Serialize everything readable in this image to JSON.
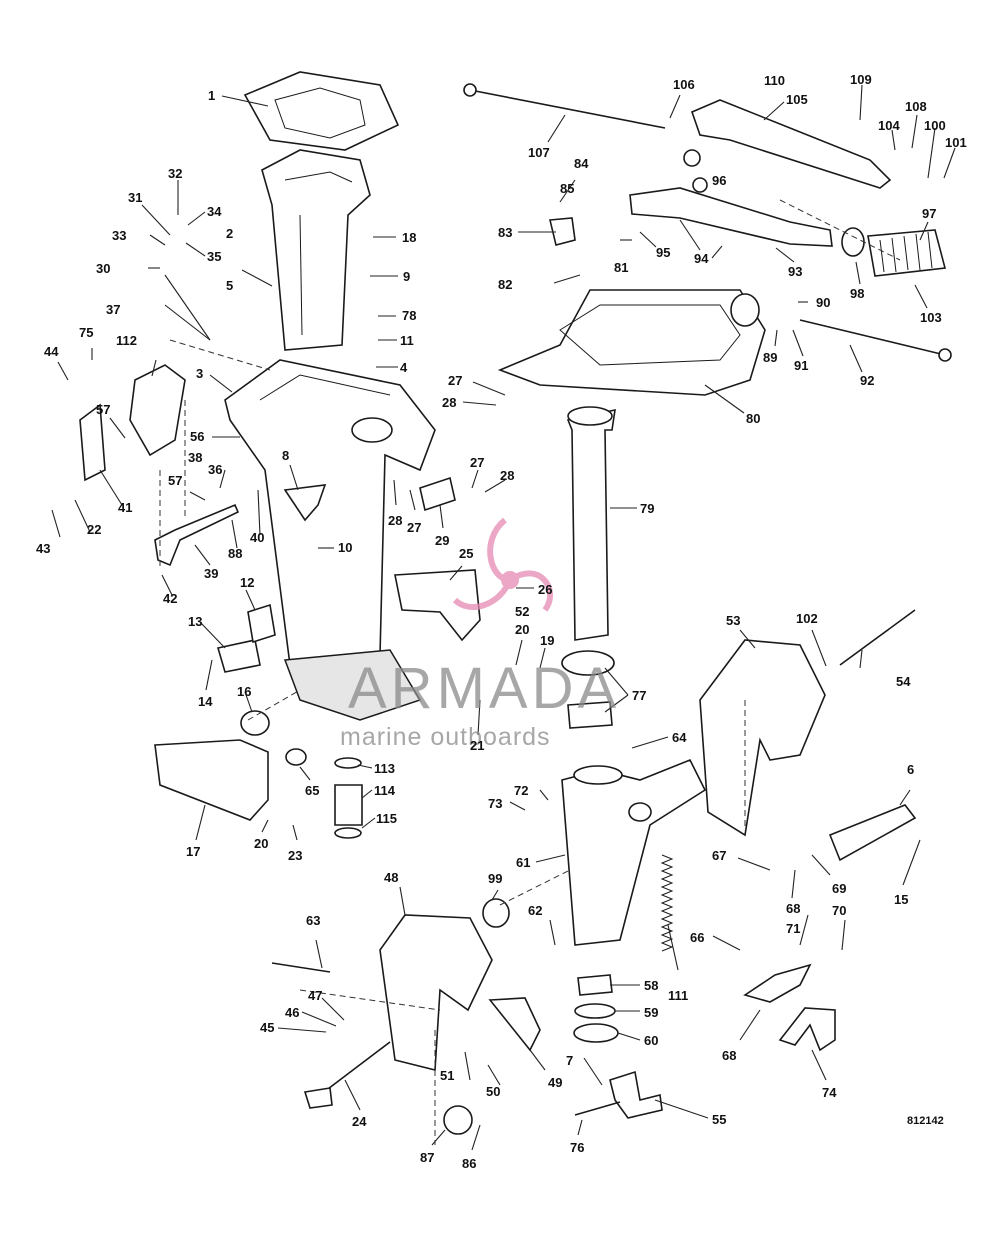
{
  "diagram_code": "812142",
  "watermark": {
    "brand": "ARMADA",
    "tagline": "marine outboards",
    "brand_color": "#8a8a8a",
    "accent_color": "#e68ab5"
  },
  "callouts": [
    "1",
    "2",
    "3",
    "4",
    "5",
    "6",
    "7",
    "8",
    "9",
    "10",
    "11",
    "12",
    "13",
    "14",
    "15",
    "16",
    "17",
    "18",
    "19",
    "20",
    "20",
    "21",
    "22",
    "23",
    "24",
    "25",
    "26",
    "27",
    "27",
    "27",
    "28",
    "28",
    "28",
    "29",
    "30",
    "31",
    "32",
    "33",
    "34",
    "35",
    "36",
    "37",
    "38",
    "39",
    "40",
    "41",
    "42",
    "43",
    "44",
    "45",
    "46",
    "47",
    "48",
    "49",
    "50",
    "51",
    "52",
    "53",
    "54",
    "55",
    "56",
    "57",
    "57",
    "58",
    "59",
    "60",
    "61",
    "62",
    "63",
    "64",
    "65",
    "66",
    "67",
    "68",
    "68",
    "69",
    "70",
    "71",
    "72",
    "73",
    "74",
    "75",
    "76",
    "77",
    "78",
    "79",
    "80",
    "81",
    "82",
    "83",
    "84",
    "85",
    "86",
    "87",
    "88",
    "89",
    "90",
    "91",
    "92",
    "93",
    "94",
    "95",
    "96",
    "97",
    "98",
    "99",
    "100",
    "101",
    "102",
    "103",
    "104",
    "105",
    "106",
    "107",
    "108",
    "109",
    "110",
    "111",
    "112",
    "113",
    "114",
    "115"
  ]
}
